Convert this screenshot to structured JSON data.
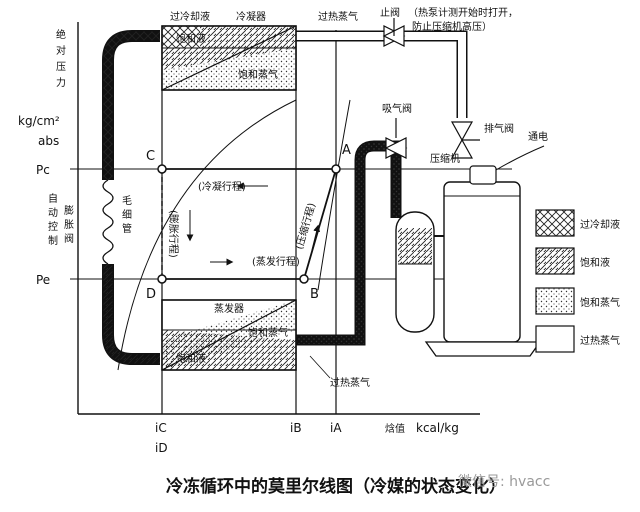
{
  "y_axis": {
    "title_chars": [
      "绝",
      "对",
      "压",
      "力"
    ],
    "unit": "kg/cm²",
    "unit_suffix": "abs",
    "pc": "Pc",
    "pe": "Pe"
  },
  "x_axis": {
    "ticks": [
      "iC",
      "iD",
      "iB",
      "iA"
    ],
    "title": "焓值",
    "unit": "kcal/kg"
  },
  "points": {
    "a": "A",
    "b": "B",
    "c": "C",
    "d": "D"
  },
  "labels": {
    "subcooled_liquid": "过冷却液",
    "condenser": "冷凝器",
    "superheated_vapor": "过热蒸气",
    "saturated_liquid": "饱和液",
    "saturated_vapor": "饱和蒸气",
    "stop_valve": "止阀",
    "stop_valve_note_1": "（热泵计测开始时打开，",
    "stop_valve_note_2": "防止压缩机高压）",
    "suction_valve": "吸气阀",
    "discharge_valve": "排气阀",
    "power": "通电",
    "compressor": "压缩机",
    "condensing_stroke": "(冷凝行程)",
    "compression_stroke": "(压缩行程)",
    "expansion_stroke": "(膨胀行程)",
    "evaporation_stroke": "(蒸发行程)",
    "auto_chars": [
      "自",
      "动",
      "控",
      "制"
    ],
    "expansion_valve_chars": [
      "膨",
      "胀",
      "阀"
    ],
    "capillary_chars": [
      "毛",
      "细",
      "管"
    ],
    "evaporator": "蒸发器",
    "evap_saturated_vapor": "饱和蒸气",
    "evap_saturated_liquid": "饱和液",
    "evap_superheated_vapor": "过热蒸气"
  },
  "legend": [
    {
      "label": "过冷却液",
      "pattern": "crosshatch"
    },
    {
      "label": "饱和液",
      "pattern": "diagonal"
    },
    {
      "label": "饱和蒸气",
      "pattern": "dots"
    },
    {
      "label": "过热蒸气",
      "pattern": "blank"
    }
  ],
  "caption": "冷冻循环中的莫里尔线图（冷媒的状态变化）",
  "watermark": "微信号: hvacc"
}
